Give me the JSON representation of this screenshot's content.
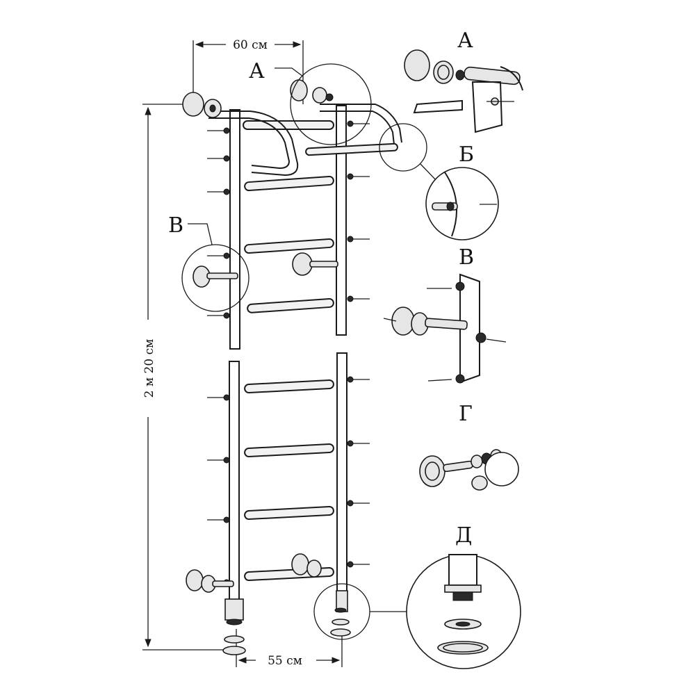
{
  "dimensions": {
    "top_width": "60 см",
    "bottom_width": "55 см",
    "height": "2 м 20 см"
  },
  "detail_labels": {
    "a_main": "А",
    "a_detail": "А",
    "b_detail": "Б",
    "v_main": "В",
    "v_detail": "В",
    "g_detail": "Г",
    "d_detail": "Д"
  }
}
